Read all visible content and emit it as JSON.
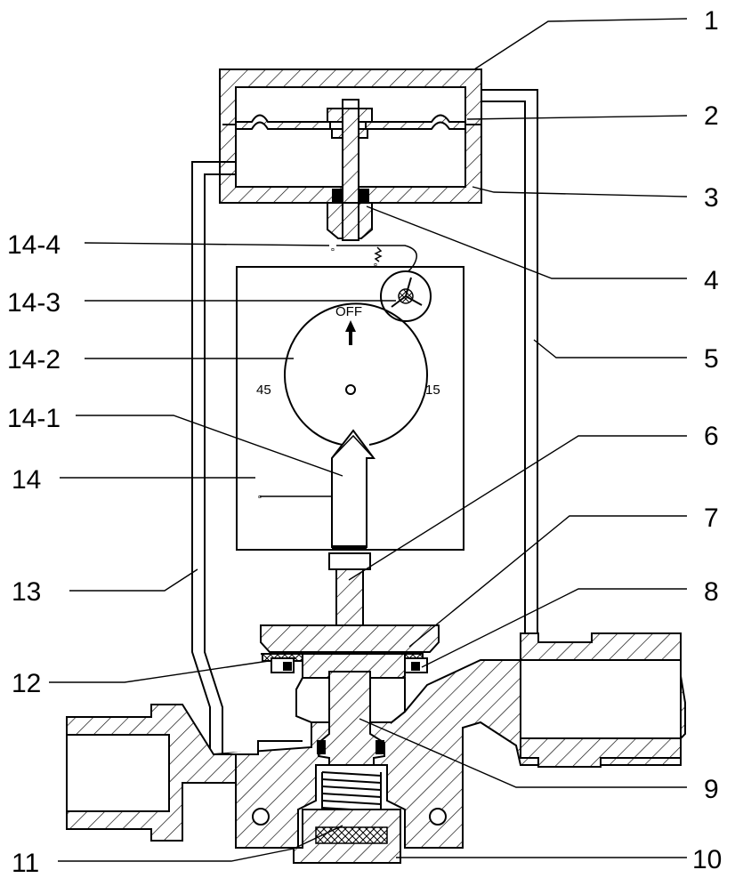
{
  "labels": {
    "l1": "1",
    "l2": "2",
    "l3": "3",
    "l4": "4",
    "l5": "5",
    "l6": "6",
    "l7": "7",
    "l8": "8",
    "l9": "9",
    "l10": "10",
    "l11": "11",
    "l12": "12",
    "l13": "13",
    "l14": "14",
    "l14_1": "14-1",
    "l14_2": "14-2",
    "l14_3": "14-3",
    "l14_4": "14-4"
  },
  "dial": {
    "off": "OFF",
    "left": "45",
    "right": "15"
  }
}
